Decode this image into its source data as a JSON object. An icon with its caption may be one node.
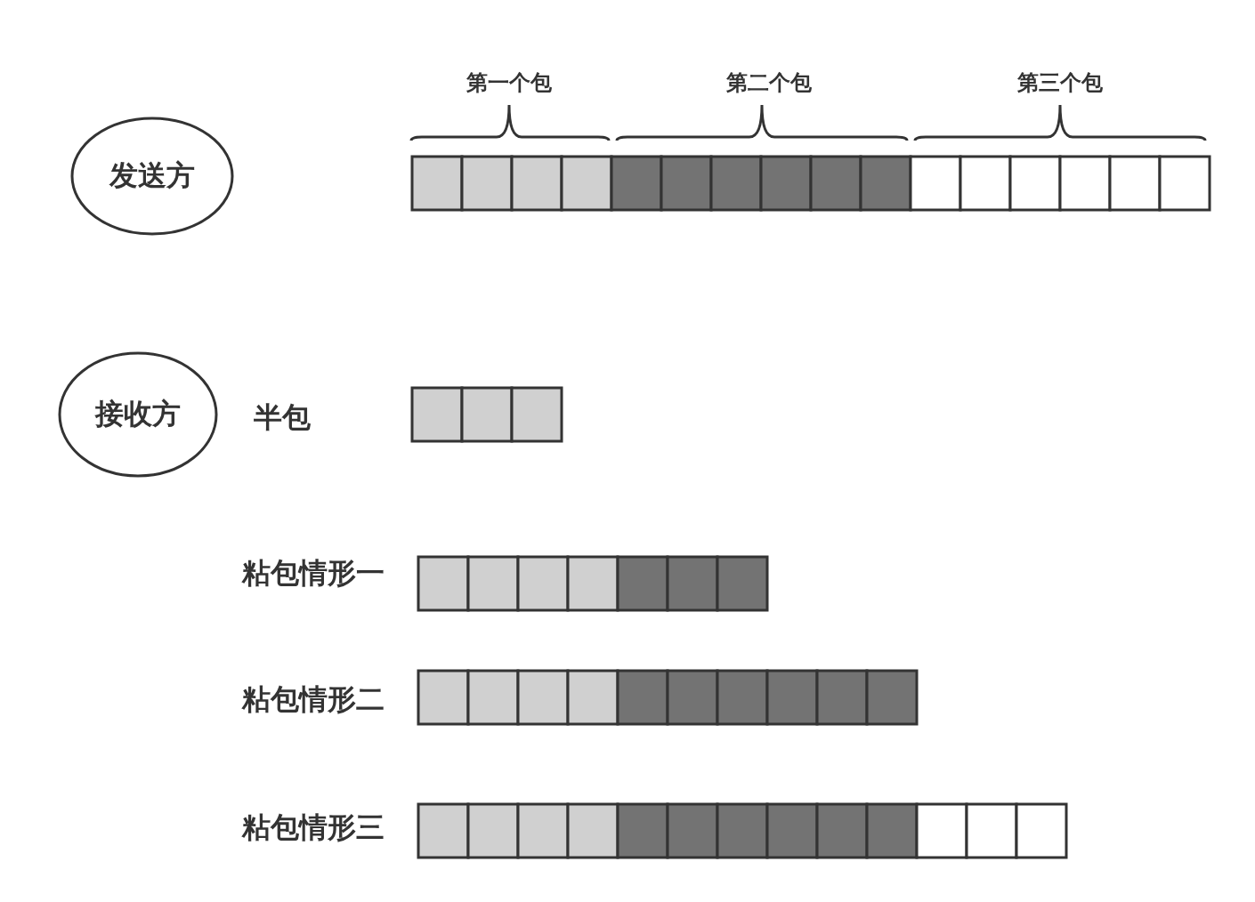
{
  "diagram": {
    "nodes": [
      {
        "text": [
          "发送方"
        ]
      },
      {
        "text": [
          "接收方"
        ]
      }
    ],
    "labels": [
      "第一个包",
      "第二个包",
      "第三个包",
      "半包",
      "粘包情形一",
      "粘包情形二",
      "粘包情形三"
    ]
  }
}
